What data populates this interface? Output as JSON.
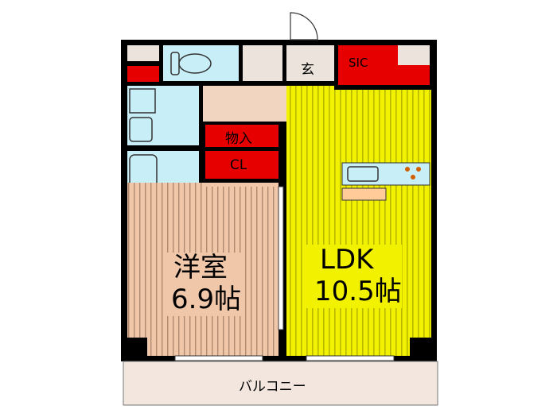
{
  "rooms": {
    "genkan": "玄",
    "sic": "SIC",
    "closet_storage": "物入",
    "closet_cl": "CL",
    "western_room": {
      "name": "洋室",
      "size": "6.9帖"
    },
    "ldk": {
      "name": "LDK",
      "size": "10.5帖"
    },
    "balcony": "バルコニー"
  },
  "colors": {
    "wall": "#000000",
    "red_storage": "#e60000",
    "ldk_floor": "#f2f200",
    "ldk_stripe": "#b8b800",
    "wood_floor": "#f0c7a8",
    "wood_stripe": "#b08a70",
    "wet_area": "#c8eef8",
    "hall": "#f2d5c0",
    "grey_box": "#ece4dc",
    "balcony": "#f2e6de",
    "kitchen_counter": "#ffcc99"
  }
}
